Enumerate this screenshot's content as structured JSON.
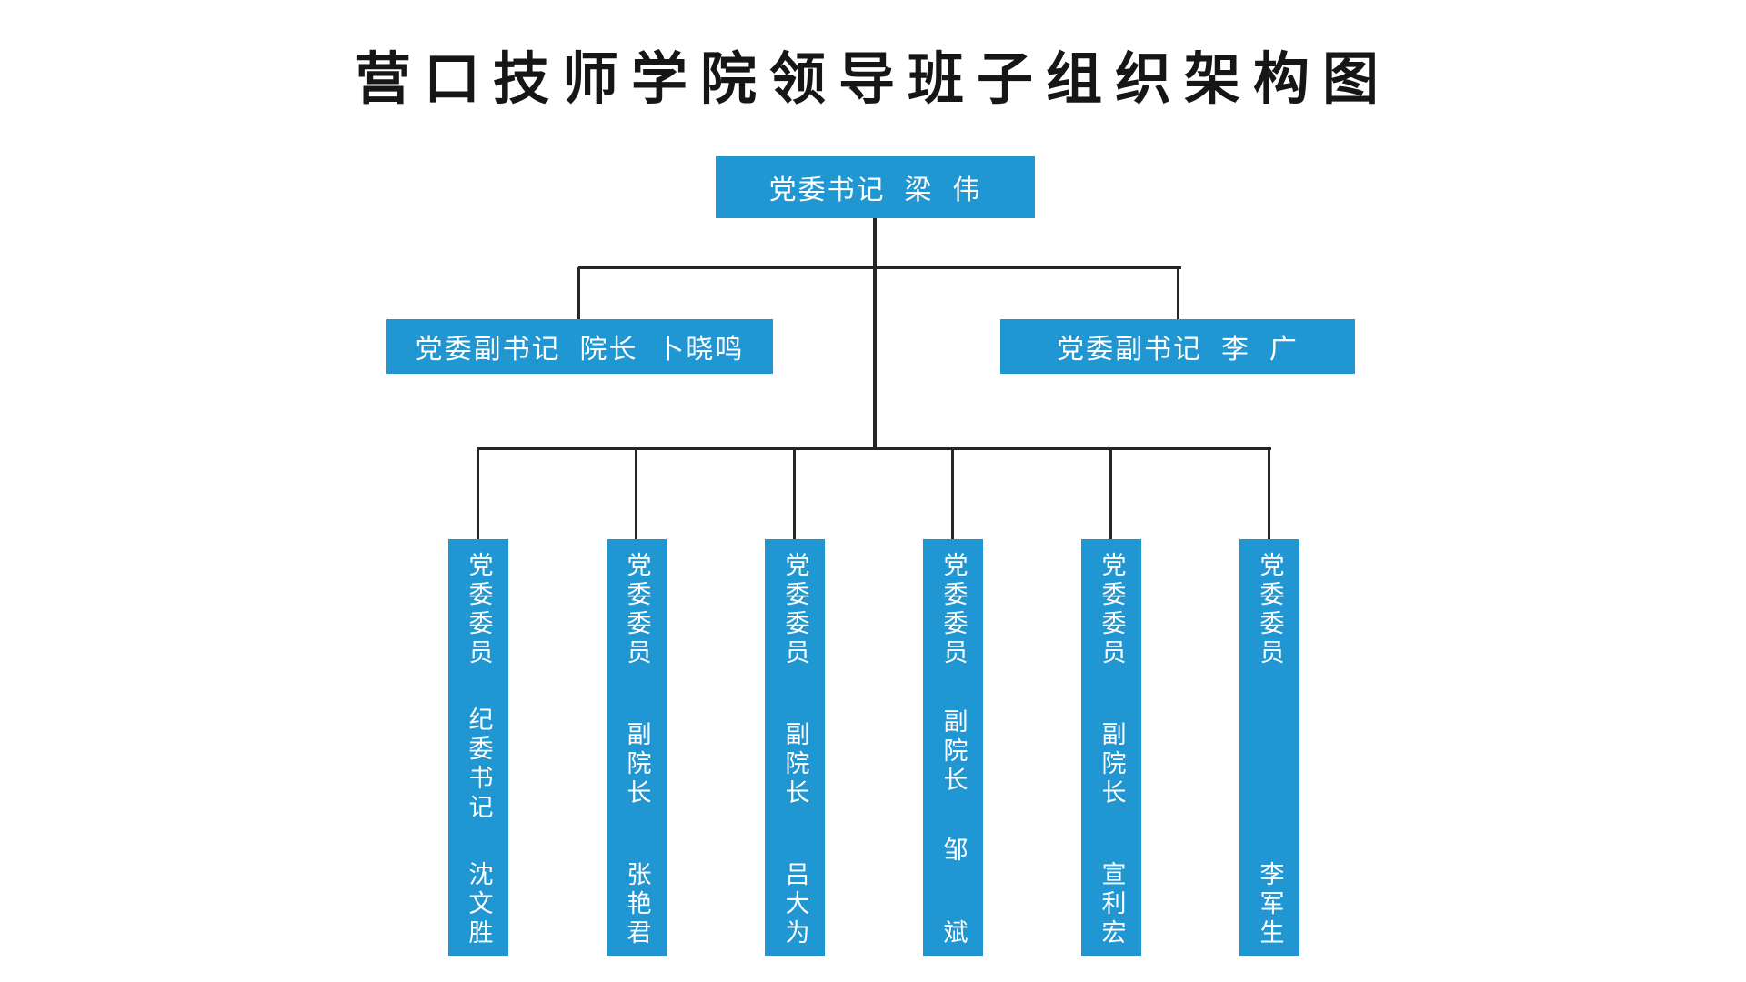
{
  "page": {
    "background": "#ffffff",
    "accent_blue": "#2096d3",
    "line_color": "#262626",
    "title_color": "#161616"
  },
  "title": "营口技师学院领导班子组织架构图",
  "org": {
    "root": {
      "label": "党委书记 梁 伟"
    },
    "deputies": [
      {
        "label": "党委副书记 院长 卜晓鸣"
      },
      {
        "label": "党委副书记 李 广"
      }
    ],
    "members": [
      {
        "title": "党委委员",
        "role": "纪委书记",
        "name": "沈文胜"
      },
      {
        "title": "党委委员",
        "role": "副院长",
        "name": "张艳君"
      },
      {
        "title": "党委委员",
        "role": "副院长",
        "name": "吕大为"
      },
      {
        "title": "党委委员",
        "role": "副院长",
        "name": "邹 斌"
      },
      {
        "title": "党委委员",
        "role": "副院长",
        "name": "宣利宏"
      },
      {
        "title": "党委委员",
        "name": "李军生"
      }
    ]
  }
}
